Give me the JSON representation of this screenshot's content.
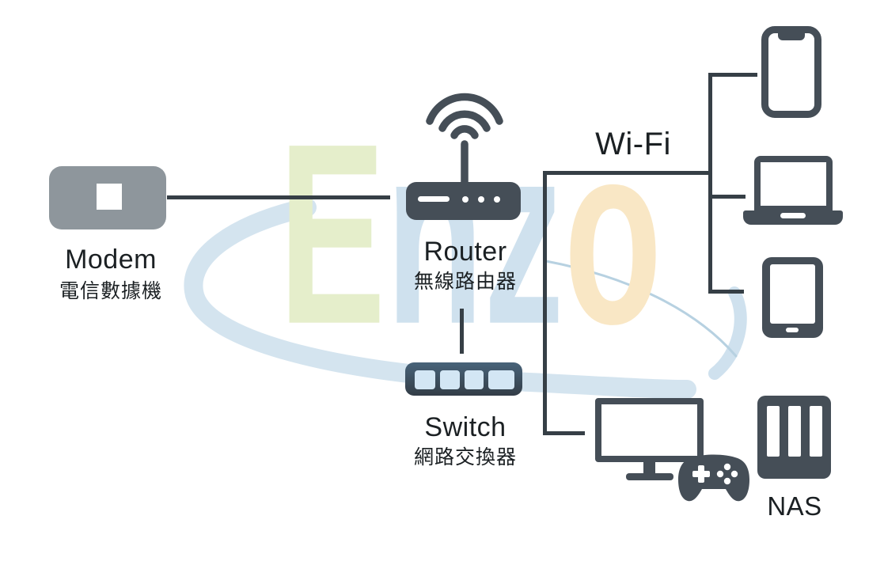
{
  "watermark": {
    "text": "Enzo",
    "letters": [
      {
        "char": "E",
        "color": "#e5eecb"
      },
      {
        "char": "n",
        "color": "#cfe1ee"
      },
      {
        "char": "z",
        "color": "#cfe1ee"
      },
      {
        "char": "o",
        "color": "#f9e7c5"
      }
    ],
    "swoosh_color": "#d4e4ef"
  },
  "nodes": {
    "modem": {
      "label": "Modem",
      "sublabel": "電信數據機"
    },
    "router": {
      "label": "Router",
      "sublabel": "無線路由器"
    },
    "switch": {
      "label": "Switch",
      "sublabel": "網路交換器"
    },
    "nas": {
      "label": "NAS"
    }
  },
  "connections": {
    "wifi_label": "Wi-Fi"
  },
  "devices": [
    "phone",
    "laptop",
    "tablet",
    "desktop-monitor",
    "game-controller",
    "nas"
  ],
  "colors": {
    "icon_dark": "#454e57",
    "modem_gray": "#8e969c",
    "line_dark": "#363f46",
    "switch_top": "#486379",
    "switch_bottom": "#333d47",
    "switch_port_blue": "#d3e6f4",
    "label_text": "#1b2023",
    "watermark_green": "#e5eecb",
    "watermark_blue": "#cfe1ee",
    "watermark_orange": "#f9e7c5",
    "watermark_swoosh": "#d4e4ef"
  }
}
